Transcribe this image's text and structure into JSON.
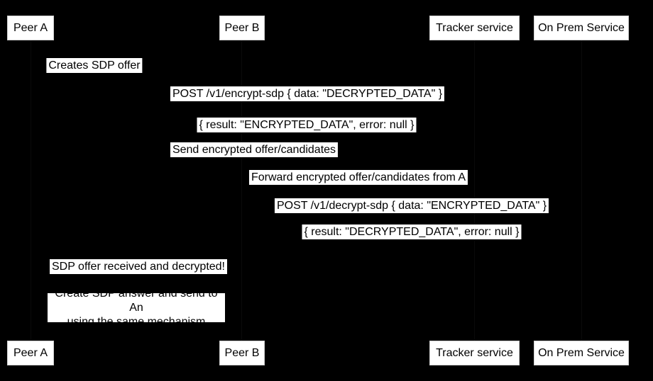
{
  "colors": {
    "background": "#000000",
    "box_fill": "#ffffff",
    "box_text": "#000000"
  },
  "actors": {
    "peer_a": "Peer A",
    "peer_b": "Peer B",
    "tracker": "Tracker service",
    "on_prem": "On Prem Service"
  },
  "messages": [
    {
      "from": "Peer A",
      "to": "Peer A",
      "label": "Creates SDP offer"
    },
    {
      "from": "Peer A",
      "to": "On Prem Service",
      "label": "POST /v1/encrypt-sdp { data: \"DECRYPTED_DATA\" }"
    },
    {
      "from": "On Prem Service",
      "to": "Peer A",
      "label": "{ result: \"ENCRYPTED_DATA\", error: null }"
    },
    {
      "from": "Peer A",
      "to": "Tracker service",
      "label": "Send encrypted offer/candidates"
    },
    {
      "from": "Tracker service",
      "to": "Peer B",
      "label": "Forward encrypted offer/candidates from A"
    },
    {
      "from": "Peer B",
      "to": "On Prem Service",
      "label": "POST /v1/decrypt-sdp { data: \"ENCRYPTED_DATA\" }"
    },
    {
      "from": "On Prem Service",
      "to": "Peer B",
      "label": "{ result: \"DECRYPTED_DATA\", error: null }"
    },
    {
      "from": "Peer B",
      "to": "Peer A",
      "label": "SDP offer received and decrypted!"
    }
  ],
  "note": {
    "over": "Peer A,Peer B",
    "lines": [
      "Create SDP answer and send to An",
      "using the same mechanism"
    ]
  }
}
